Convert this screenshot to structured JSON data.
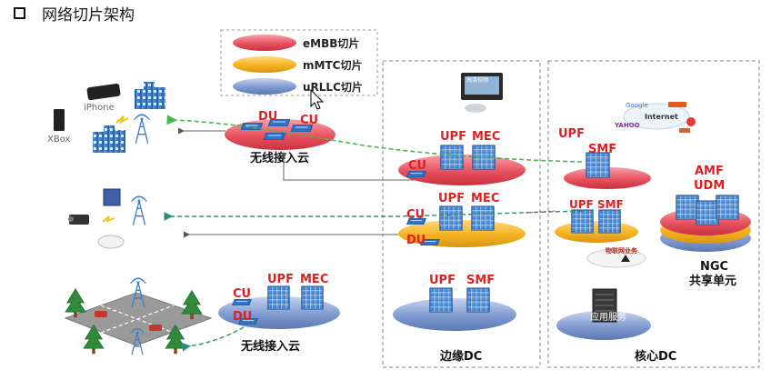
{
  "title": "网络切片架构",
  "legend": {
    "embb": "eMBB切片",
    "mmtc": "mMTC切片",
    "urllc": "uRLLC切片"
  },
  "colors": {
    "embb": "#e8525f",
    "mmtc": "#f5b323",
    "urllc": "#7f9bd0",
    "title_text": "#1a1a1a",
    "func_label": "#e02020"
  },
  "devices": {
    "iphone": "iPhone",
    "xbox": "XBox"
  },
  "access_cloud_top": {
    "du": "DU",
    "cu": "CU",
    "caption": "无线接入云"
  },
  "access_cloud_bottom": {
    "cu": "CU",
    "du": "DU",
    "upf": "UPF",
    "mec": "MEC",
    "caption": "无线接入云"
  },
  "edge_dc": {
    "caption": "边缘DC",
    "embb": {
      "upf": "UPF",
      "mec": "MEC",
      "cu": "CU"
    },
    "mmtc": {
      "upf": "UPF",
      "mec": "MEC",
      "cu": "CU",
      "du": "DU"
    },
    "urllc": {
      "upf": "UPF",
      "smf": "SMF"
    },
    "video_label": "高清视频"
  },
  "core_dc": {
    "caption": "核心DC",
    "embb": {
      "upf": "UPF",
      "smf": "SMF"
    },
    "mmtc": {
      "upf": "UPF",
      "smf": "SMF",
      "service": "物联网业务"
    },
    "urllc": {
      "service": "应用服务"
    },
    "internet": "Internet",
    "google": "Google",
    "yahoo": "YAHOO",
    "ngc": {
      "amf": "AMF",
      "udm": "UDM",
      "caption_line1": "NGC",
      "caption_line2": "共享单元"
    }
  }
}
